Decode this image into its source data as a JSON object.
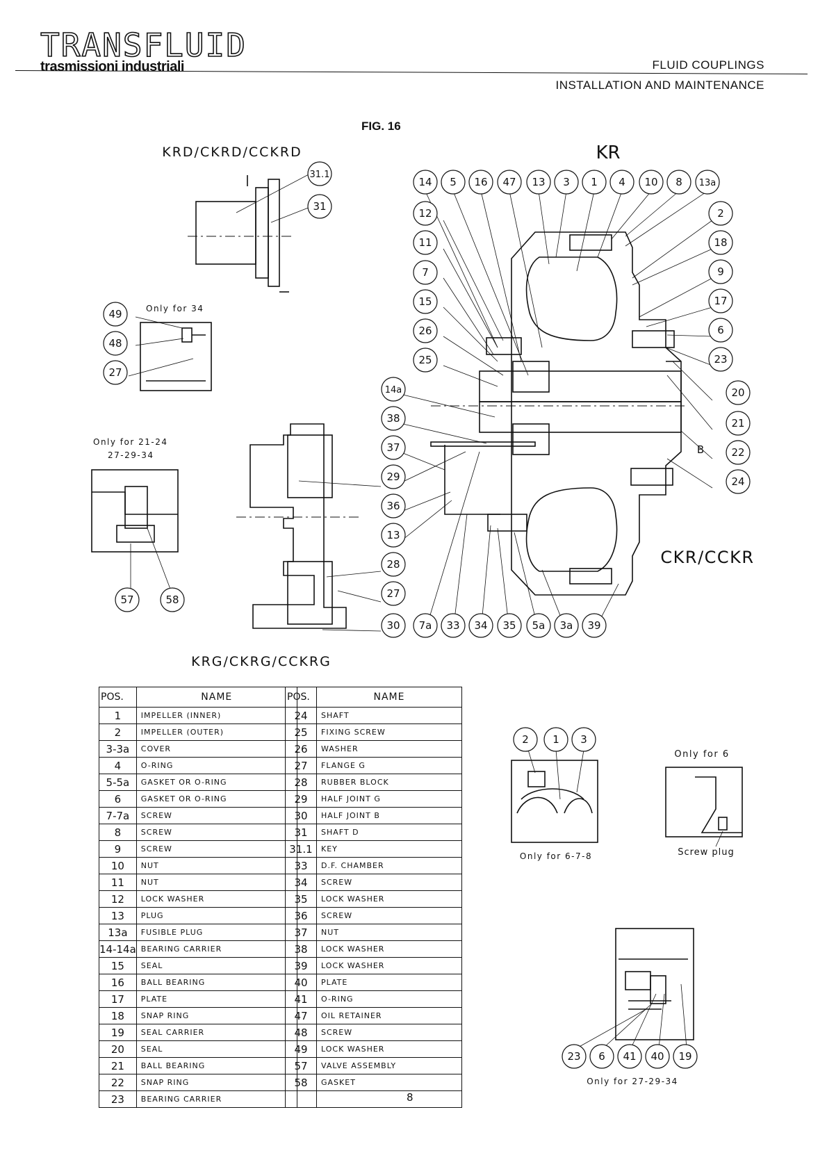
{
  "header": {
    "logo_main": "TRANSFLUID",
    "logo_sub": "trasmissioni industriali",
    "right_line1": "FLUID COUPLINGS",
    "right_line2": "INSTALLATION AND MAINTENANCE"
  },
  "figure": {
    "title": "FIG. 16",
    "label_krd": "KRD/CKRD/CCKRD",
    "label_kr": "KR",
    "label_ckr": "CKR/CCKR",
    "label_krg": "KRG/CKRG/CCKRG",
    "label_b": "B",
    "note_only34": "Only for 34",
    "note_only21": "Only for 21-24",
    "note_only21b": "27-29-34",
    "note_only6": "Only for 6",
    "note_only678": "Only for 6-7-8",
    "note_screwplug": "Screw plug",
    "note_only272934": "Only for 27-29-34",
    "callouts_kr_top": [
      "14",
      "5",
      "16",
      "47",
      "13",
      "3",
      "1",
      "4",
      "10",
      "8",
      "13a"
    ],
    "callouts_kr_left": [
      "12",
      "11",
      "7",
      "15",
      "26",
      "25",
      "14a",
      "38",
      "37",
      "29",
      "36",
      "13",
      "28",
      "27"
    ],
    "callouts_kr_right": [
      "2",
      "18",
      "9",
      "17",
      "6",
      "23",
      "20",
      "21",
      "22",
      "24"
    ],
    "callouts_kr_bottom": [
      "30",
      "7a",
      "33",
      "34",
      "35",
      "5a",
      "3a",
      "39"
    ],
    "callouts_krd": [
      "31.1",
      "31"
    ],
    "callouts_only34": [
      "49",
      "48",
      "27"
    ],
    "callouts_only21": [
      "57",
      "58"
    ],
    "callouts_only678": [
      "2",
      "1",
      "3"
    ],
    "callouts_only272934": [
      "23",
      "6",
      "41",
      "40",
      "19"
    ]
  },
  "table": {
    "header_pos": "POS.",
    "header_name": "NAME",
    "left": [
      {
        "pos": "1",
        "name": "IMPELLER (INNER)"
      },
      {
        "pos": "2",
        "name": "IMPELLER (OUTER)"
      },
      {
        "pos": "3-3a",
        "name": "COVER"
      },
      {
        "pos": "4",
        "name": "O-RING"
      },
      {
        "pos": "5-5a",
        "name": "GASKET OR O-RING"
      },
      {
        "pos": "6",
        "name": "GASKET OR O-RING"
      },
      {
        "pos": "7-7a",
        "name": "SCREW"
      },
      {
        "pos": "8",
        "name": "SCREW"
      },
      {
        "pos": "9",
        "name": "SCREW"
      },
      {
        "pos": "10",
        "name": "NUT"
      },
      {
        "pos": "11",
        "name": "NUT"
      },
      {
        "pos": "12",
        "name": "LOCK WASHER"
      },
      {
        "pos": "13",
        "name": "PLUG"
      },
      {
        "pos": "13a",
        "name": "FUSIBLE PLUG"
      },
      {
        "pos": "14-14a",
        "name": "BEARING CARRIER"
      },
      {
        "pos": "15",
        "name": "SEAL"
      },
      {
        "pos": "16",
        "name": "BALL BEARING"
      },
      {
        "pos": "17",
        "name": "PLATE"
      },
      {
        "pos": "18",
        "name": "SNAP RING"
      },
      {
        "pos": "19",
        "name": "SEAL CARRIER"
      },
      {
        "pos": "20",
        "name": "SEAL"
      },
      {
        "pos": "21",
        "name": "BALL BEARING"
      },
      {
        "pos": "22",
        "name": "SNAP RING"
      },
      {
        "pos": "23",
        "name": "BEARING CARRIER"
      }
    ],
    "right": [
      {
        "pos": "24",
        "name": "SHAFT"
      },
      {
        "pos": "25",
        "name": "FIXING SCREW"
      },
      {
        "pos": "26",
        "name": "WASHER"
      },
      {
        "pos": "27",
        "name": "FLANGE G"
      },
      {
        "pos": "28",
        "name": "RUBBER BLOCK"
      },
      {
        "pos": "29",
        "name": "HALF JOINT G"
      },
      {
        "pos": "30",
        "name": "HALF JOINT B"
      },
      {
        "pos": "31",
        "name": "SHAFT D"
      },
      {
        "pos": "31.1",
        "name": "KEY"
      },
      {
        "pos": "33",
        "name": "D.F. CHAMBER"
      },
      {
        "pos": "34",
        "name": "SCREW"
      },
      {
        "pos": "35",
        "name": "LOCK WASHER"
      },
      {
        "pos": "36",
        "name": "SCREW"
      },
      {
        "pos": "37",
        "name": "NUT"
      },
      {
        "pos": "38",
        "name": "LOCK WASHER"
      },
      {
        "pos": "39",
        "name": "LOCK WASHER"
      },
      {
        "pos": "40",
        "name": "PLATE"
      },
      {
        "pos": "41",
        "name": "O-RING"
      },
      {
        "pos": "47",
        "name": "OIL RETAINER"
      },
      {
        "pos": "48",
        "name": "SCREW"
      },
      {
        "pos": "49",
        "name": "LOCK WASHER"
      },
      {
        "pos": "57",
        "name": "VALVE ASSEMBLY"
      },
      {
        "pos": "58",
        "name": "GASKET"
      },
      {
        "pos": "",
        "name": ""
      }
    ]
  },
  "page_number": "8"
}
